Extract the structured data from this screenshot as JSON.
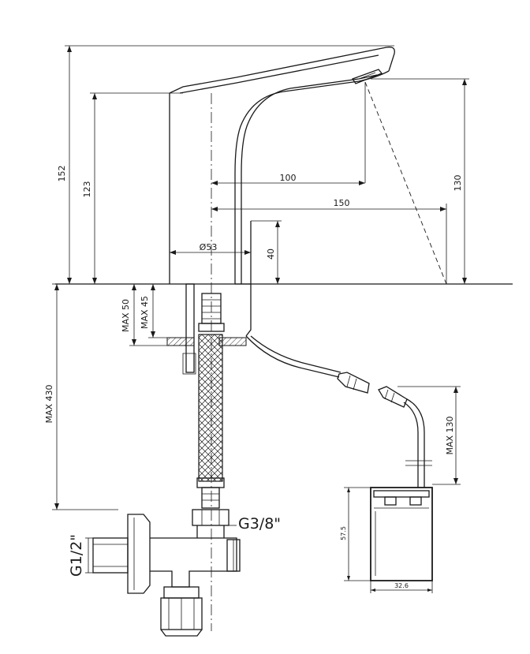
{
  "dimensions": {
    "total_height": "152",
    "spout_height": "123",
    "reach_100": "100",
    "reach_150": "150",
    "sensor_height": "130",
    "diameter": "Ø53",
    "base_40": "40",
    "max_50": "MAX 50",
    "max_45": "MAX 45",
    "max_430": "MAX 430",
    "max_130": "MAX 130",
    "box_height": "57.5",
    "box_width": "32.6"
  },
  "threads": {
    "inlet": "G1/2\"",
    "outlet": "G3/8\""
  }
}
